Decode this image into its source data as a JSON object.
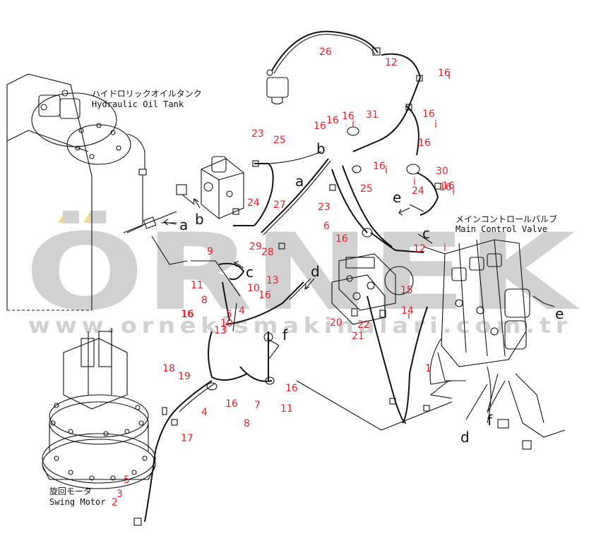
{
  "watermark": {
    "brand": "ÖRNEK",
    "url": "www.ornekismakinalari.com.tr"
  },
  "component_labels": [
    {
      "id": "tank-jp",
      "text": "ハイドロリックオイルタンク"
    },
    {
      "id": "tank-en",
      "text": "Hydraulic Oil Tank"
    },
    {
      "id": "valve-jp",
      "text": "メインコントロールバルブ"
    },
    {
      "id": "valve-en",
      "text": "Main Control Valve"
    },
    {
      "id": "motor-jp",
      "text": "旋回モータ"
    },
    {
      "id": "motor-en",
      "text": "Swing Motor"
    }
  ],
  "part_numbers": [
    "26",
    "12",
    "16",
    "16",
    "16",
    "31",
    "16",
    "16",
    "16",
    "16",
    "23",
    "25",
    "16",
    "30",
    "24",
    "16",
    "24",
    "27",
    "29",
    "28",
    "25",
    "23",
    "6",
    "16",
    "12",
    "9",
    "11",
    "10",
    "16",
    "8",
    "5",
    "4",
    "13",
    "15",
    "14",
    "20",
    "22",
    "21",
    "16",
    "13",
    "10",
    "16",
    "18",
    "19",
    "4",
    "17",
    "16",
    "7",
    "11",
    "8",
    "16",
    "1",
    "5",
    "3",
    "2"
  ],
  "subscripts": [
    "i",
    "i",
    "i",
    "i",
    "i",
    "i",
    "i",
    "i"
  ],
  "connection_letters": [
    "a",
    "b",
    "a",
    "b",
    "c",
    "c",
    "d",
    "d",
    "e",
    "e",
    "f",
    "f"
  ],
  "icons": [
    "pressure-switch-icon",
    "solenoid-valve-icon",
    "hose-clamp-icon",
    "elbow-fitting-icon"
  ]
}
